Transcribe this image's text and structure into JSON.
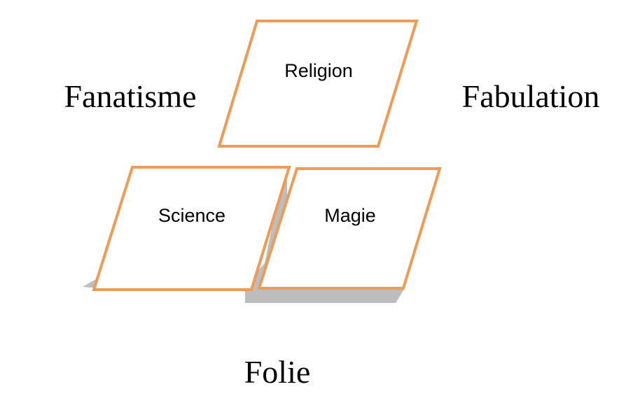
{
  "diagram": {
    "boxes": {
      "religion": "Religion",
      "science": "Science",
      "magie": "Magie"
    },
    "labels": {
      "left": "Fanatisme",
      "right": "Fabulation",
      "bottom": "Folie"
    }
  },
  "colors": {
    "box_border": "#ED9B56",
    "box_fill": "#FFFFFF",
    "shadow": "#BDBDBD",
    "text": "#000000"
  }
}
